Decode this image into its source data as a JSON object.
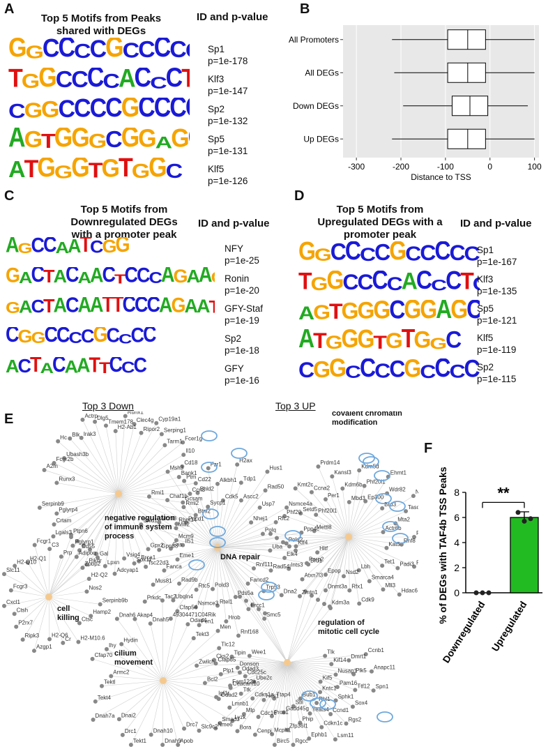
{
  "panels": {
    "A": {
      "letter": "A",
      "title_line1": "Top 5 Motifs from Peaks",
      "title_line2": "shared with DEGs",
      "id_header": "ID and p-value",
      "motifs": [
        {
          "seq": "GGCCCCGCCCCC",
          "id": "Sp1",
          "p": "p=1e-178"
        },
        {
          "seq": "TGGCCCCACCCTCGC",
          "id": "Klf3",
          "p": "p=1e-147"
        },
        {
          "seq": "CGGCCCCGCCCC",
          "id": "Sp2",
          "p": "p=1e-132"
        },
        {
          "seq": "AGTGGGCGGAGC",
          "id": "Sp5",
          "p": "p=1e-131"
        },
        {
          "seq": "ATGGGTGTGGC",
          "id": "Klf5",
          "p": "p=1e-126"
        }
      ]
    },
    "B": {
      "letter": "B",
      "chart_data": {
        "type": "box",
        "categories": [
          "All Promoters",
          "All DEGs",
          "Down DEGs",
          "Up DEGs"
        ],
        "series": [
          {
            "min": -220,
            "q1": -95,
            "median": -50,
            "q3": -10,
            "max": 100
          },
          {
            "min": -215,
            "q1": -95,
            "median": -50,
            "q3": -10,
            "max": 100
          },
          {
            "min": -195,
            "q1": -85,
            "median": -45,
            "q3": -5,
            "max": 85
          },
          {
            "min": -220,
            "q1": -95,
            "median": -50,
            "q3": -10,
            "max": 100
          }
        ],
        "xlabel": "Distance to TSS",
        "xlim": [
          -330,
          110
        ],
        "xticks": [
          -300,
          -200,
          -100,
          0,
          100
        ],
        "grid": true
      }
    },
    "C": {
      "letter": "C",
      "title_line1": "Top 5 Motifs from",
      "title_line2": "Downregulated DEGs",
      "title_line3": "with a promoter peak",
      "id_header": "ID and p-value",
      "motifs": [
        {
          "seq": "AGCCAATCGG",
          "id": "NFY",
          "p": "p=1e-25"
        },
        {
          "seq": "GACTACAACTCCCAGAAGGC",
          "id": "Ronin",
          "p": "p=1e-20"
        },
        {
          "seq": "GACTACAATTCCCAGAATGC",
          "id": "GFY-Staf",
          "p": "p=1e-19"
        },
        {
          "seq": "CGGCCCCGCCCC",
          "id": "Sp2",
          "p": "p=1e-18"
        },
        {
          "seq": "ACTACAATTCCC",
          "id": "GFY",
          "p": "p=1e-16"
        }
      ]
    },
    "D": {
      "letter": "D",
      "title_line1": "Top 5 Motifs from",
      "title_line2": "Upregulated DEGs with a",
      "title_line3": "promoter peak",
      "id_header": "ID and p-value",
      "motifs": [
        {
          "seq": "GGCCCCGCCCCC",
          "id": "Sp1",
          "p": "p=1e-167"
        },
        {
          "seq": "TGGCCCCACCCTCGC",
          "id": "Klf3",
          "p": "p=1e-135"
        },
        {
          "seq": "AGTGGGCGGAGC",
          "id": "Sp5",
          "p": "p=1e-121"
        },
        {
          "seq": "ATGGGTGTGGC",
          "id": "Klf5",
          "p": "p=1e-119"
        },
        {
          "seq": "CGGCCCCGCCCC",
          "id": "Sp2",
          "p": "p=1e-115"
        }
      ]
    },
    "E": {
      "letter": "E",
      "down_title": "Top 3 Down",
      "up_title": "Top 3 UP",
      "hubs": {
        "neg_reg": "negative regulation\nof immune system\nprocess",
        "cell_killing": "cell\nkilling",
        "cilium": "cilium\nmovement",
        "dna_repair": "DNA repair",
        "covalent": "covalent chromatin\nmodification",
        "mitotic": "regulation of\nmitotic cell cycle"
      },
      "genes_neg_reg": [
        "Runx3",
        "A2m",
        "Fcgr2b",
        "Ubash3b",
        "Hc",
        "Blk",
        "Irak3",
        "Actrp",
        "Dlg5",
        "Tmem178",
        "H2-Ab1",
        "Runx1",
        "Clec4g",
        "Ripor2",
        "Cyp19a1",
        "Serping1",
        "Tarm1",
        "Fcer1g",
        "Il10",
        "Cd18",
        "Bank1",
        "Cd22",
        "Ccn3",
        "Gcsam",
        "Btnl2",
        "Pdcd1",
        "Mill2",
        "Il51",
        "Fas",
        "Gpnb8",
        "Gpx2",
        "Tsc22d3",
        "Sox11",
        "Vsig4",
        "Adcyap1",
        "Lpxn",
        "Gal",
        "Zpbp2",
        "Adipoq",
        "Pglyrp1",
        "Ptpn6",
        "Lgals3",
        "Crtam",
        "Pglyrp4",
        "Serpinb9"
      ],
      "genes_cell_killing": [
        "Fcgr3",
        "Slc11",
        "H2-Q10",
        "H2-Q1",
        "Fcgr1",
        "C3",
        "Prp",
        "Cd55",
        "Pikdr",
        "H2-Q2",
        "Nos2",
        "Serpinb9b",
        "Hamp2",
        "Ctsc",
        "H2-M10.6",
        "Cr",
        "H2-Q6",
        "Azgp1",
        "Ripk3",
        "P2rx7",
        "Ctsh",
        "Cxcl1"
      ],
      "genes_cilium": [
        "Armc2",
        "Cfap70",
        "Ihy",
        "Hydin",
        "Dnah6",
        "Akap4",
        "Dnah5",
        "Tac2",
        "Cfap54",
        "Odad4",
        "Tekt3",
        "Men",
        "Tlc12",
        "Cfap65",
        "Odad3",
        "Ceacam10",
        "Odad2",
        "Lyzk",
        "Nme6",
        "Slc9c2",
        "Drc7",
        "Apob",
        "Dnah9",
        "Dnah10",
        "Tekt1",
        "Drc1",
        "Dnai2",
        "Dnah7a",
        "Tekt4",
        "Tektl"
      ],
      "genes_dna_repair": [
        "Mcm9",
        "Shld1",
        "Mcm8",
        "Rbm14",
        "Rmi1",
        "Chaf1b",
        "Rmi2",
        "Msh3",
        "Ptm",
        "Shld2",
        "Sycp1",
        "Fzr1",
        "Alkbh1",
        "Cdk5",
        "H2ax",
        "Tdp1",
        "Ascc2",
        "Hus1",
        "Rad50",
        "Usp7",
        "Nhej1",
        "Nsmce4a",
        "Rfc2",
        "Polq",
        "Ppp4c",
        "Pold2",
        "Uba",
        "Parp2",
        "Ints3",
        "Rad54l",
        "Rnf111",
        "Dna2",
        "Trp53",
        "Fancd2",
        "Smc5",
        "Ercc1",
        "Pds5a",
        "Rnf168",
        "Hrob",
        "Rtel1",
        "Pold3",
        "Fen1",
        "Nsmce3",
        "Rtc5",
        "49304471C04Rik",
        "Ubqln4",
        "Rad9b",
        "Prkdc",
        "Mus81",
        "Fanca",
        "Eme1",
        "Brca1"
      ],
      "genes_covalent": [
        "Mettl8",
        "Phf20",
        "Setd5",
        "Phf20l1",
        "Kmt2c",
        "Ccna2",
        "Per1",
        "Prdm14",
        "Kansl3",
        "Kdm6b",
        "Mbd3",
        "Kdm5d",
        "Phf20l1",
        "Ep300",
        "Ehmt1",
        "Wdr82",
        "Brd3",
        "Nsd1",
        "Tasor",
        "Mta2",
        "Actr6b",
        "Pias1",
        "Rnf8",
        "Kat5",
        "Prdm4",
        "Padi3",
        "Tet1",
        "Hdac6",
        "Mll3",
        "Smarca4",
        "Lbh",
        "Cdk9",
        "Rfx1",
        "Nsd2",
        "Kdm3a",
        "Dnmt3a",
        "Epop",
        "Zmtn1",
        "Atxn7l3",
        "Brd1",
        "Hltf",
        "Elk4",
        "Klf4"
      ],
      "genes_mitotic": [
        "Tlk",
        "Ccnb1",
        "Dmrt1",
        "Kif14",
        "Anapc11",
        "Plk5",
        "Nusap1",
        "Spn1",
        "Ttf12",
        "Pam16",
        "Kif5",
        "Sox4",
        "Sphk1",
        "Kntc1",
        "Rgs2",
        "Ccnd1",
        "Rbl1",
        "Lsm11",
        "Cdkn1c",
        "Yeats4",
        "Bub1",
        "Ephb1",
        "Phip",
        "Stil",
        "Rgcc",
        "Zfp36l1",
        "Gadd45g",
        "Birc5",
        "Mcph1",
        "Prox1",
        "Ttap4",
        "Cenpj",
        "Cdc16",
        "Hes1",
        "Bora",
        "Mlp",
        "Cdkn1a",
        "Smad3",
        "Lmnb1",
        "Ttk",
        "Ube2c",
        "Igf1r",
        "Fam122a",
        "Cdc25c",
        "Bcl2",
        "Plp1",
        "Donson",
        "Zwilch",
        "Cks2",
        "Tipin",
        "Wee1"
      ]
    },
    "F": {
      "letter": "F",
      "chart_data": {
        "type": "bar",
        "categories": [
          "Downregulated",
          "Upregulated"
        ],
        "values": [
          0,
          6.0
        ],
        "points": [
          [
            0,
            0,
            0
          ],
          [
            6.4,
            5.7,
            5.9
          ]
        ],
        "error": [
          0,
          0.45
        ],
        "ylabel": "% of DEGs with TAF4b TSS Peaks",
        "ylim": [
          0,
          8
        ],
        "yticks": [
          0,
          2,
          4,
          6,
          8
        ],
        "significance": "**",
        "colors": {
          "up": "#22bb22",
          "down": "#ffffff"
        }
      }
    }
  },
  "colors": {
    "A": "#22aa22",
    "C": "#1a1ad6",
    "G": "#f5a400",
    "T": "#e01010",
    "node": "#888888",
    "hub": "#f5c98e",
    "highlight": "#6fa8dc"
  }
}
